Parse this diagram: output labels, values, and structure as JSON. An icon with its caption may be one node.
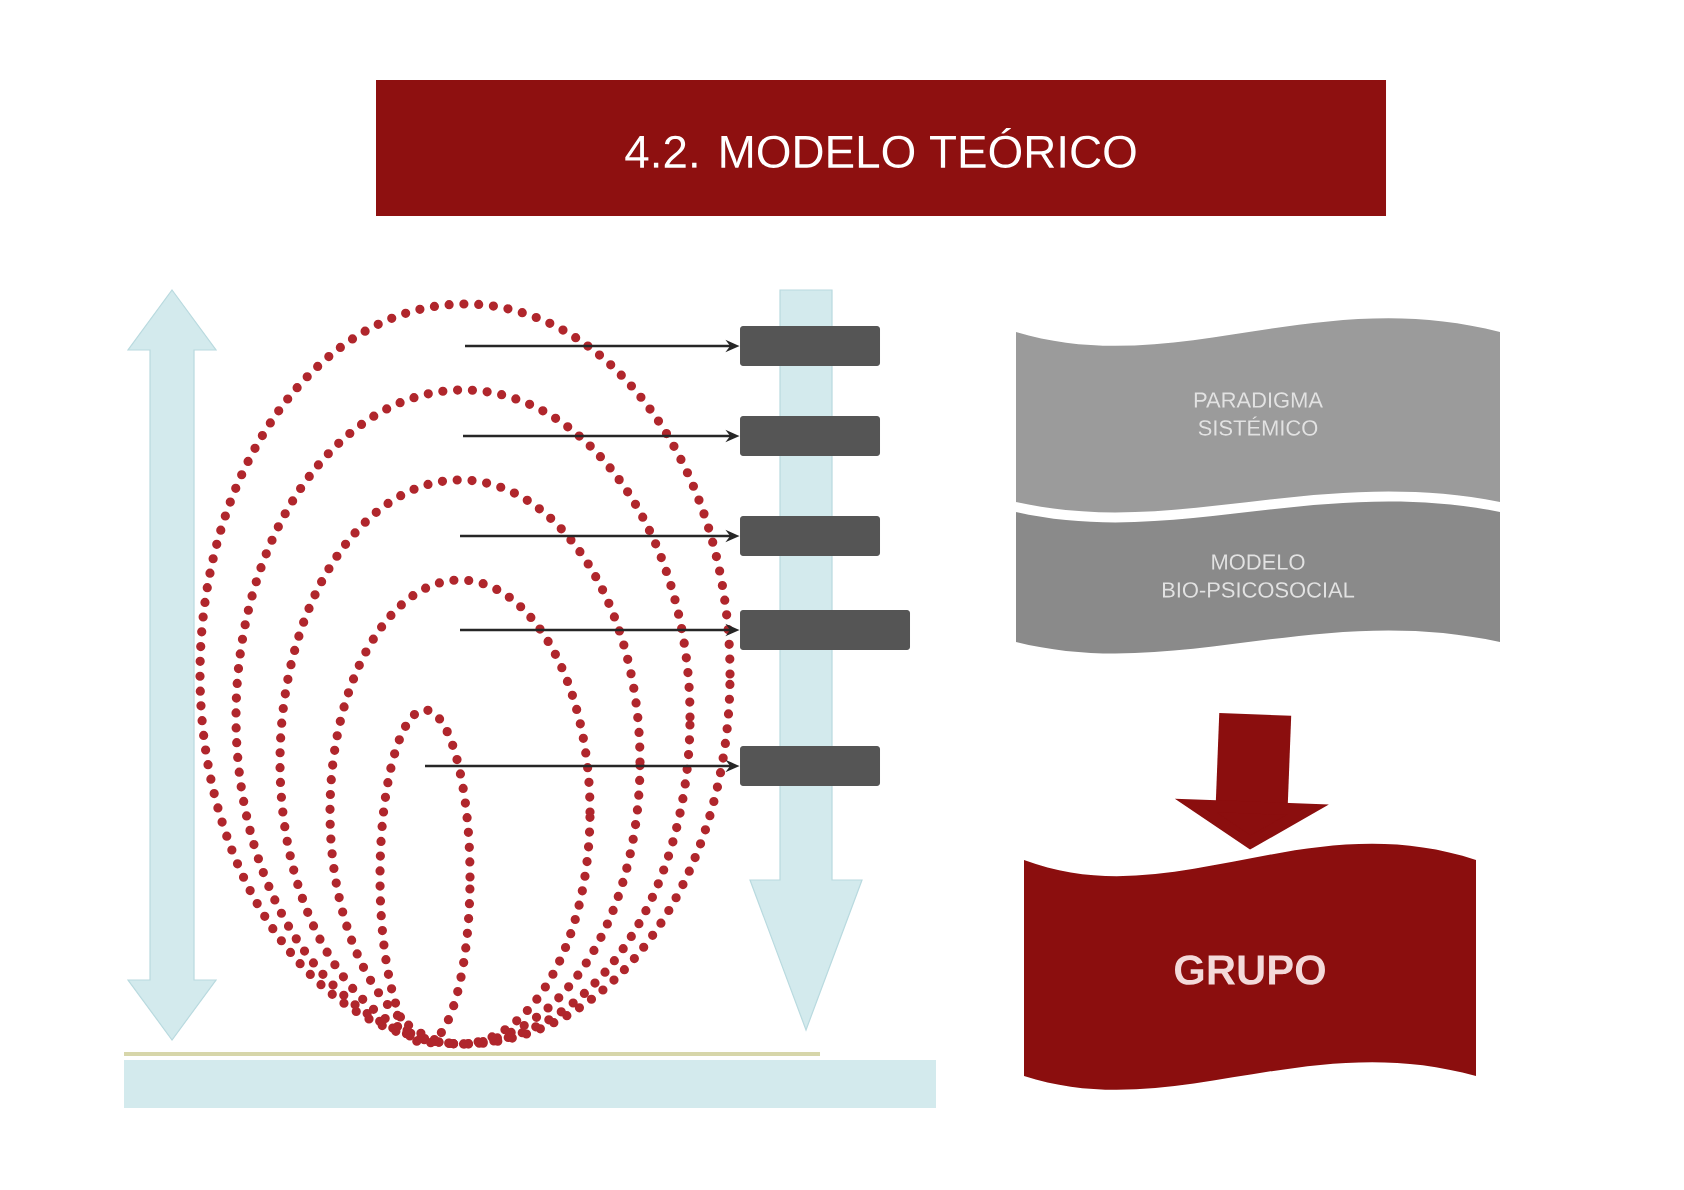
{
  "diagram": {
    "title": "4.2. MODELO TEÓRICO",
    "nodes": [
      {
        "text": [],
        "shape": "ellipse"
      },
      {
        "text": [],
        "shape": "ellipse",
        "in": 0
      },
      {
        "text": [],
        "shape": "ellipse",
        "in": 1
      },
      {
        "text": [],
        "shape": "ellipse",
        "in": 2
      },
      {
        "text": [],
        "shape": "ellipse",
        "in": 3
      },
      {
        "text": [],
        "shape": "box"
      },
      {
        "text": [],
        "shape": "box"
      },
      {
        "text": [],
        "shape": "box"
      },
      {
        "text": [],
        "shape": "box"
      },
      {
        "text": [],
        "shape": "box"
      },
      {
        "text": [
          "PARADIGMA SISTÉMICO"
        ]
      },
      {
        "text": [
          "MODELO BIO-PSICOSOCIAL"
        ]
      },
      {
        "text": [
          "GRUPO"
        ]
      }
    ],
    "edges": [
      {
        "from": 0,
        "to": 5,
        "arrow": "to"
      },
      {
        "from": 1,
        "to": 6,
        "arrow": "to"
      },
      {
        "from": 2,
        "to": 7,
        "arrow": "to"
      },
      {
        "from": 3,
        "to": 8,
        "arrow": "to"
      },
      {
        "from": 4,
        "to": 9,
        "arrow": "to"
      },
      {
        "from": 11,
        "to": 12,
        "arrow": "to",
        "style": "thick",
        "color": "#8b0e0e"
      }
    ]
  }
}
